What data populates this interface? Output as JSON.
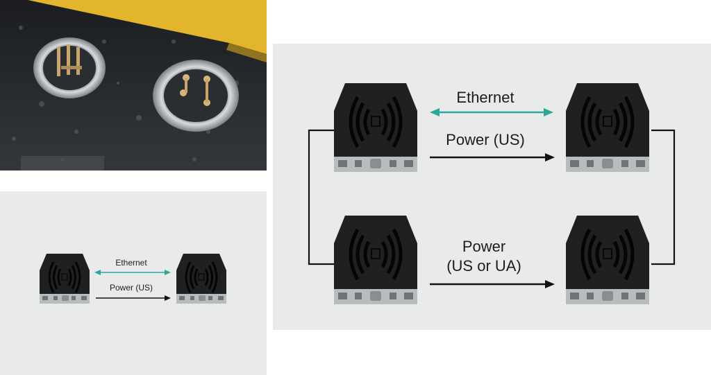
{
  "colors": {
    "accent": "#2aa89a",
    "device_body": "#1f2022",
    "device_base": "#b9bcbf",
    "connector": "#f4c22b",
    "panel_bg": "#e9eaea"
  },
  "small_diagram": {
    "ethernet_label": "Ethernet",
    "power_label": "Power (US)"
  },
  "large_diagram": {
    "ethernet_label": "Ethernet",
    "power_top_label": "Power (US)",
    "power_bottom_line1": "Power",
    "power_bottom_line2": "(US or UA)"
  },
  "icons": {
    "device": "rfid-read-write-head-icon",
    "wave": "wireless-wave-icon",
    "ethernet_arrow": "double-arrow-icon",
    "power_arrow": "arrow-right-icon"
  }
}
